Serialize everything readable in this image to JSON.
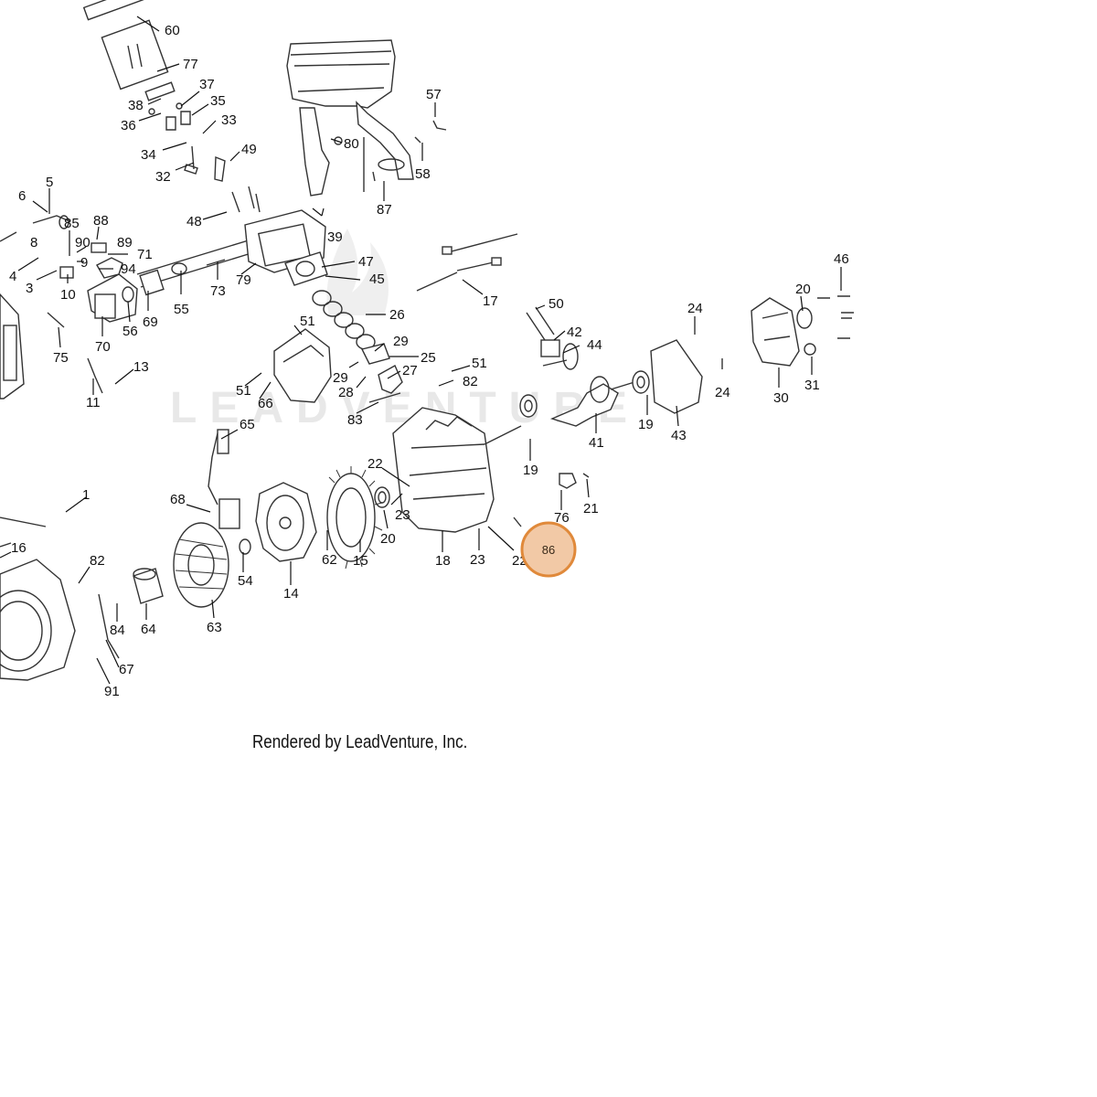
{
  "watermark": "LEADVENTURE",
  "credit": "Rendered by LeadVenture, Inc.",
  "highlight": {
    "label": "86",
    "fill": "#f2c9a6",
    "stroke": "#e0893a"
  },
  "callouts": [
    "60",
    "77",
    "38",
    "37",
    "36",
    "35",
    "34",
    "33",
    "32",
    "49",
    "5",
    "6",
    "85",
    "88",
    "90",
    "89",
    "8",
    "71",
    "9",
    "94",
    "4",
    "3",
    "10",
    "48",
    "39",
    "80",
    "57",
    "58",
    "87",
    "55",
    "73",
    "79",
    "47",
    "45",
    "69",
    "56",
    "70",
    "75",
    "11",
    "13",
    "17",
    "26",
    "51",
    "25",
    "29",
    "27",
    "28",
    "82",
    "83",
    "66",
    "65",
    "22",
    "50",
    "42",
    "44",
    "24",
    "20",
    "46",
    "30",
    "31",
    "41",
    "19",
    "43",
    "1",
    "68",
    "16",
    "82b",
    "84",
    "64",
    "63",
    "54",
    "14",
    "62",
    "15",
    "23",
    "18",
    "21",
    "76",
    "67",
    "91"
  ]
}
